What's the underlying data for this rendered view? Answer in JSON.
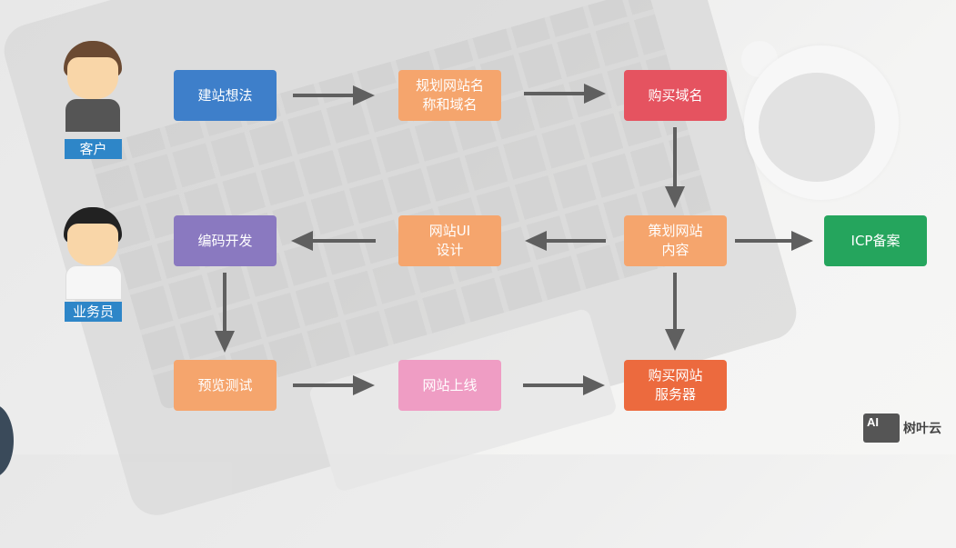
{
  "roles": [
    {
      "label": "客户",
      "label_color": "#2e86c8"
    },
    {
      "label": "业务员",
      "label_color": "#2e86c8"
    }
  ],
  "nodes": {
    "idea": {
      "label": "建站想法",
      "color": "#3e7fca"
    },
    "plan_name": {
      "label": "规划网站名\n称和域名",
      "color": "#f5a56d"
    },
    "buy_domain": {
      "label": "购买域名",
      "color": "#e55360"
    },
    "plan_content": {
      "label": "策划网站\n内容",
      "color": "#f5a56d"
    },
    "icp": {
      "label": "ICP备案",
      "color": "#25a55d"
    },
    "ui_design": {
      "label": "网站UI\n设计",
      "color": "#f5a56d"
    },
    "coding": {
      "label": "编码开发",
      "color": "#8a79c0"
    },
    "preview_test": {
      "label": "预览测试",
      "color": "#f5a56d"
    },
    "launch": {
      "label": "网站上线",
      "color": "#ef9dc4"
    },
    "buy_server": {
      "label": "购买网站\n服务器",
      "color": "#ec6a3e"
    }
  },
  "edges": [
    {
      "from": "建站想法",
      "to": "规划网站名称和域名"
    },
    {
      "from": "规划网站名称和域名",
      "to": "购买域名"
    },
    {
      "from": "购买域名",
      "to": "策划网站内容"
    },
    {
      "from": "策划网站内容",
      "to": "网站UI设计"
    },
    {
      "from": "策划网站内容",
      "to": "ICP备案"
    },
    {
      "from": "策划网站内容",
      "to": "购买网站服务器"
    },
    {
      "from": "网站UI设计",
      "to": "编码开发"
    },
    {
      "from": "编码开发",
      "to": "预览测试"
    },
    {
      "from": "预览测试",
      "to": "网站上线"
    },
    {
      "from": "网站上线",
      "to": "购买网站服务器"
    }
  ],
  "watermark": {
    "icon_text": "AI",
    "text": "树叶云"
  }
}
